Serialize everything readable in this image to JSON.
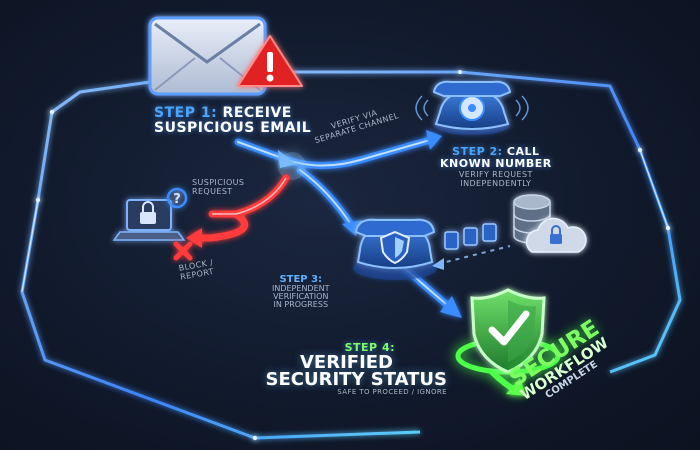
{
  "step1": {
    "number": "STEP 1:",
    "title_line1": "RECEIVE",
    "title_line2": "SUSPICIOUS EMAIL"
  },
  "verify_channel": {
    "line1": "VERIFY VIA",
    "line2": "SEPARATE CHANNEL"
  },
  "step2": {
    "number": "STEP 2:",
    "title_line1": "CALL",
    "title_line2": "KNOWN NUMBER",
    "sub_line1": "VERIFY REQUEST",
    "sub_line2": "INDEPENDENTLY"
  },
  "suspicious_request": {
    "line1": "SUSPICIOUS",
    "line2": "REQUEST"
  },
  "block": {
    "line1": "BLOCK /",
    "line2": "REPORT"
  },
  "step3": {
    "title": "STEP 3:",
    "line1": "INDEPENDENT",
    "line2": "VERIFICATION",
    "line3": "IN PROGRESS"
  },
  "step4": {
    "title": "STEP 4:",
    "line1": "VERIFIED",
    "line2": "SECURITY STATUS",
    "sub": "SAFE TO PROCEED / IGNORE"
  },
  "secure": {
    "line1": "SECURE",
    "line2": "WORKFLOW",
    "line3": "COMPLETE"
  },
  "colors": {
    "blue": "#3a8dff",
    "red": "#ff3b3b",
    "green": "#5dff4a",
    "background": "#111a2c"
  },
  "icons": [
    "envelope-icon",
    "warning-icon",
    "telephone-icon",
    "laptop-lock-icon",
    "question-icon",
    "block-x-icon",
    "shield-phone-icon",
    "document-icon",
    "database-icon",
    "cloud-lock-icon",
    "shield-check-icon"
  ]
}
